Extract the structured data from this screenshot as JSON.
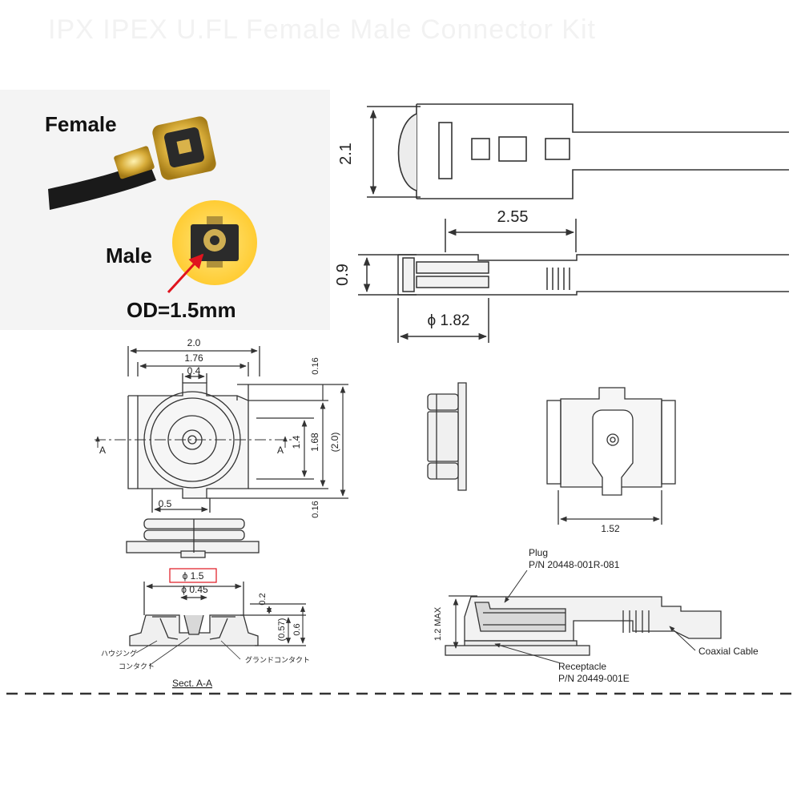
{
  "title_banner": "IPX IPEX U.FL Female Male Connector Kit",
  "photo": {
    "female_label": "Female",
    "male_label": "Male",
    "od_label": "OD=1.5mm"
  },
  "cable_dims": {
    "height": "2.1",
    "length": "2.55",
    "thickness": "0.9",
    "diameter": "ϕ 1.82"
  },
  "receptacle_dims": {
    "width_outer": "2.0",
    "width_inner": "1.76",
    "pin_width": "0.4",
    "bottom_tab": "0.5",
    "top_gap": "0.16",
    "bottom_gap": "0.16",
    "center_h": "1.4",
    "body_h": "1.68",
    "total_h": "(2.0)",
    "section_left": "A",
    "section_right": "A"
  },
  "section": {
    "outer_dia": "ϕ 1.5",
    "inner_dia": "ϕ 0.45",
    "top_h": "0.2",
    "mid_h": "(0.57)",
    "total_h": "0.6",
    "housing": "ハウジング",
    "contact": "コンタクト",
    "ground_contact": "グランドコンタクト",
    "caption": "Sect. A-A"
  },
  "plug_dims": {
    "width": "1.52"
  },
  "assembly": {
    "plug_label": "Plug",
    "plug_pn": "P/N 20448-001R-081",
    "receptacle_label": "Receptacle",
    "receptacle_pn": "P/N 20449-001E",
    "max_height": "1.2 MAX",
    "cable_label": "Coaxial Cable"
  },
  "colors": {
    "line": "#333333",
    "gray_fill": "#e6e6e6",
    "arrow_red": "#e0141e",
    "highlight_box": "#e0141e",
    "gold": "#c9a227"
  }
}
